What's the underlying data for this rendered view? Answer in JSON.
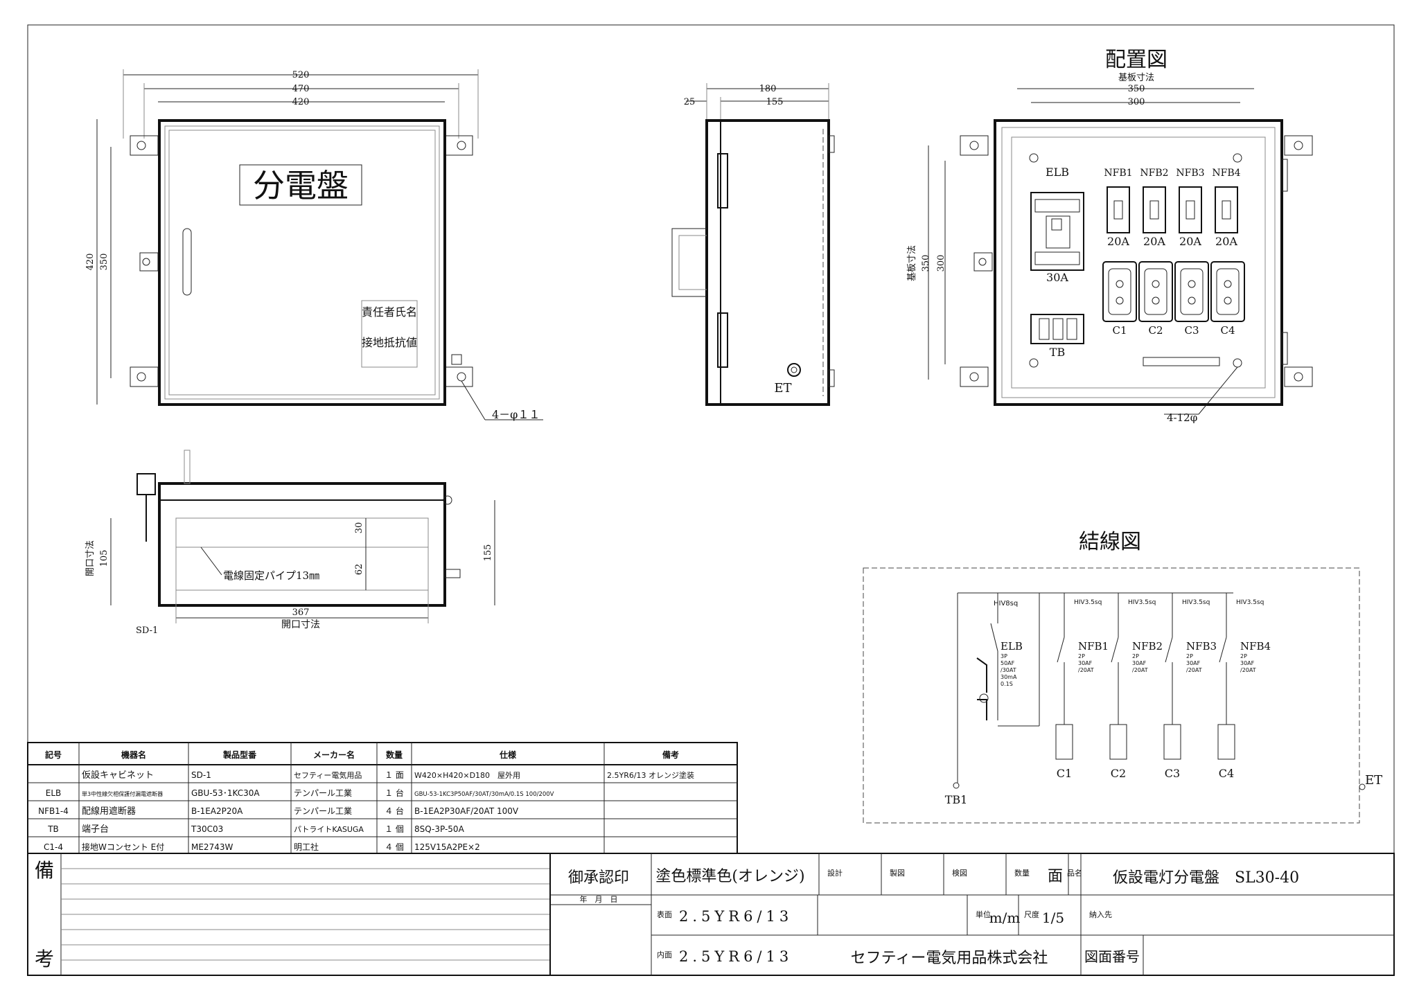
{
  "front_view": {
    "dims": {
      "w520": "520",
      "w470": "470",
      "w420": "420",
      "h420": "420",
      "h350": "350"
    },
    "nameplate": "分電盤",
    "label_manager": "責任者氏名",
    "label_ground": "接地抵抗値",
    "hole_note": "4－φ１１"
  },
  "side_view": {
    "dims": {
      "d180": "180",
      "d25": "25",
      "d155": "155"
    },
    "et_label": "ET"
  },
  "bottom_view": {
    "dims": {
      "h30": "30",
      "h62": "62",
      "h105": "105",
      "h155": "155",
      "w367": "367"
    },
    "opening_label": "開口寸法",
    "opening_label_w": "開口寸法",
    "pipe_label": "電線固定パイプ13㎜",
    "sd_label": "SD-1"
  },
  "layout": {
    "title": "配置図",
    "plate_label": "基板寸法",
    "plate_label_v": "基板寸法",
    "dims": {
      "w350": "350",
      "w300": "300",
      "h350": "350",
      "h300": "300"
    },
    "elb": "ELB",
    "elb_rating": "30A",
    "nfb": [
      "NFB1",
      "NFB2",
      "NFB3",
      "NFB4"
    ],
    "nfb_rating": [
      "20A",
      "20A",
      "20A",
      "20A"
    ],
    "outlets": [
      "C1",
      "C2",
      "C3",
      "C4"
    ],
    "tb": "TB",
    "hole_note": "4-12φ"
  },
  "wiring": {
    "title": "結線図",
    "wire_main": "HIV8sq",
    "wires": [
      "HIV3.5sq",
      "HIV3.5sq",
      "HIV3.5sq",
      "HIV3.5sq"
    ],
    "elb": "ELB",
    "elb_spec": [
      "3P",
      "50AF",
      "/30AT",
      "30mA",
      "0.1S"
    ],
    "nfb": [
      "NFB1",
      "NFB2",
      "NFB3",
      "NFB4"
    ],
    "nfb_spec": [
      "2P",
      "30AF",
      "/20AT"
    ],
    "outlets": [
      "C1",
      "C2",
      "C3",
      "C4"
    ],
    "tb1": "TB1",
    "et": "ET"
  },
  "parts_table": {
    "headers": [
      "記号",
      "機器名",
      "製品型番",
      "メーカー名",
      "数量",
      "仕様",
      "備考"
    ],
    "rows": [
      [
        "",
        "仮設キャビネット",
        "SD-1",
        "セフティー電気用品",
        "１ 面",
        "W420×H420×D180　屋外用",
        "2.5YR6/13 オレンジ塗装"
      ],
      [
        "ELB",
        "単3中性線欠相保護付漏電遮断器",
        "GBU-53･1KC30A",
        "テンパール工業",
        "１ 台",
        "GBU-53-1KC3P50AF/30AT/30mA/0.1S 100/200V",
        ""
      ],
      [
        "NFB1-4",
        "配線用遮断器",
        "B-1EA2P20A",
        "テンパール工業",
        "４ 台",
        "B-1EA2P30AF/20AT 100V",
        ""
      ],
      [
        "TB",
        "端子台",
        "T30C03",
        "パトライトKASUGA",
        "１ 個",
        "8SQ-3P-50A",
        ""
      ],
      [
        "C1-4",
        "接地Wコンセント E付",
        "ME2743W",
        "明工社",
        "４ 個",
        "125V15A2PE×2",
        ""
      ]
    ]
  },
  "title_block": {
    "remarks_top": "備",
    "remarks_bottom": "考",
    "approval": "御承認印",
    "date_label": "年　月　日",
    "paint_std": "塗色標準色(オレンジ)",
    "design": "設計",
    "drafting": "製図",
    "check": "検図",
    "quantity": "数量",
    "qty_unit": "面",
    "product_label": "品名",
    "product_name": "仮設電灯分電盤　SL30-40",
    "outer_label": "表面",
    "outer_color": "2.5YR6/13",
    "inner_label": "内面",
    "inner_color": "2.5YR6/13",
    "unit_label": "単位",
    "unit_value": "m/m",
    "scale_label": "尺度",
    "scale_value": "1/5",
    "delivery_label": "納入先",
    "company": "セフティー電気用品株式会社",
    "drawing_no_label": "図面番号"
  }
}
